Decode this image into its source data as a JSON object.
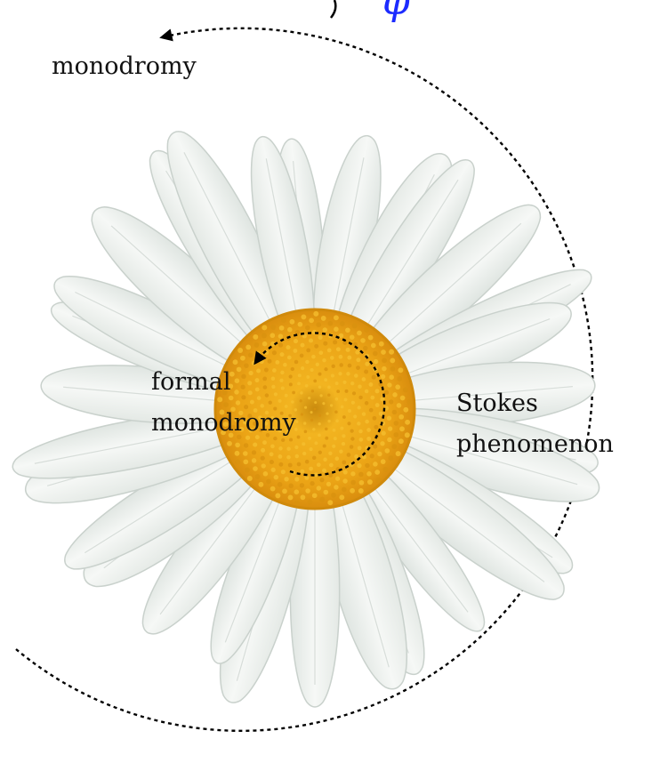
{
  "labels": {
    "outer_monodromy": "monodromy",
    "formal_line1": "formal",
    "formal_line2": "monodromy",
    "stokes_line1": "Stokes",
    "stokes_line2": "phenomenon",
    "phi": "φ"
  },
  "colors": {
    "petal_fill": "#eef2ee",
    "petal_stroke": "#c9d1cc",
    "petal_vein": "#d7ddd9",
    "center_outer": "#e09a12",
    "center_inner": "#f0b020",
    "center_dark": "#b87a08",
    "phi_color": "#1c2bff",
    "dash_color": "#000000"
  }
}
